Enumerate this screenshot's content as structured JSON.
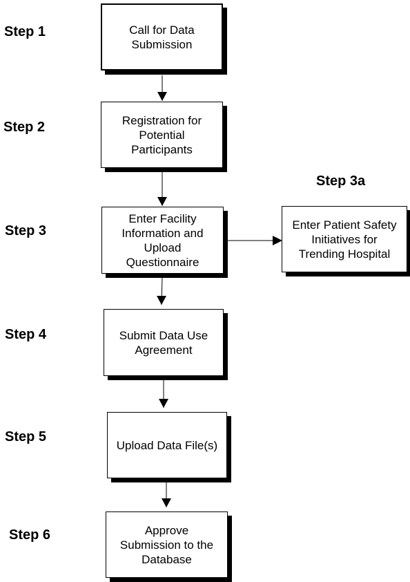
{
  "steps": [
    {
      "label": "Step 1",
      "text": "Call for Data\nSubmission"
    },
    {
      "label": "Step 2",
      "text": "Registration for\nPotential\nParticipants"
    },
    {
      "label": "Step 3",
      "text": "Enter Facility\nInformation and\nUpload\nQuestionnaire"
    },
    {
      "label": "Step 3a",
      "text": "Enter Patient Safety\nInitiatives for\nTrending Hospital"
    },
    {
      "label": "Step 4",
      "text": "Submit Data Use\nAgreement"
    },
    {
      "label": "Step 5",
      "text": "Upload Data File(s)"
    },
    {
      "label": "Step 6",
      "text": "Approve\nSubmission to the\nDatabase"
    }
  ]
}
